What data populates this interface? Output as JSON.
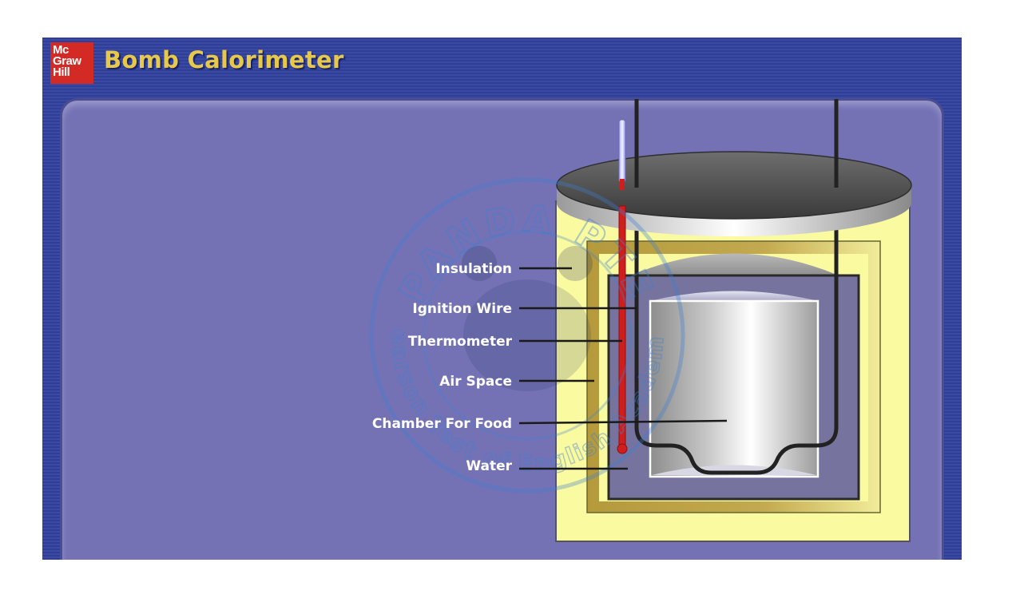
{
  "header": {
    "logo_lines": [
      "Mc",
      "Graw",
      "Hill"
    ],
    "title": "Bomb Calorimeter"
  },
  "diagram": {
    "labels": [
      {
        "id": "insulation",
        "text": "Insulation"
      },
      {
        "id": "ignition-wire",
        "text": "Ignition Wire"
      },
      {
        "id": "thermometer",
        "text": "Thermometer"
      },
      {
        "id": "air-space",
        "text": "Air Space"
      },
      {
        "id": "chamber-for-food",
        "text": "Chamber For Food"
      },
      {
        "id": "water",
        "text": "Water"
      }
    ]
  },
  "watermark": {
    "top_text": "PANDA PTE",
    "bottom_text": "Pearson Test of English Academic"
  },
  "colors": {
    "slide_bg": "#2f3f96",
    "panel_bg": "#7472b5",
    "title": "#e6c84b",
    "insulation": "#fafaa0",
    "water": "#76749f",
    "thermometer": "#d01e1e",
    "wire": "#222222",
    "watermark": "#3c7fd2"
  }
}
